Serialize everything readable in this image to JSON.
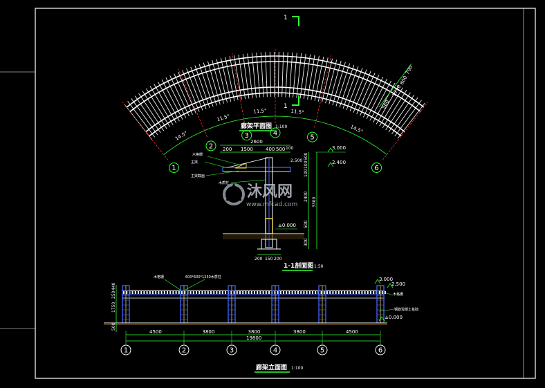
{
  "colors": {
    "background": "#000000",
    "frame": "#ffffff",
    "dimension": "#33ff33",
    "axis_red": "#ff3333",
    "structure_blue": "#4466ff",
    "column_yellow": "#e8d44a",
    "slat_white": "#f0f0f0",
    "watermark": "#9aa3ad"
  },
  "plan": {
    "title": "廊架平面图",
    "scale": "1:100",
    "span_labels": [
      "14.5°",
      "11.5°",
      "11.5°",
      "11.5°",
      "14.5°"
    ],
    "width_dims": [
      "560",
      "1720",
      "800",
      "700"
    ],
    "axis_numbers": [
      "1",
      "2",
      "3",
      "4",
      "5",
      "6"
    ],
    "section_marks": [
      "1",
      "1"
    ]
  },
  "section": {
    "title": "1-1剖面图",
    "scale": "1:50",
    "top_total": "2600",
    "top_parts": [
      "200",
      "1500",
      "400",
      "500",
      "100"
    ],
    "elevations": [
      "3.000",
      "2.400",
      "2.500",
      "±0.000"
    ],
    "vertical_dims": [
      "500",
      "100",
      "100",
      "2400",
      "3300",
      "500",
      "300"
    ],
    "bottom_dims": [
      "200",
      "150",
      "200"
    ],
    "callouts": [
      "木格栅",
      "主梁",
      "主梁截面",
      "木质柱"
    ]
  },
  "elevation": {
    "title": "廊架立面图",
    "scale": "1:100",
    "top_dims": [
      "440",
      "250",
      "1750"
    ],
    "left_dims": [
      "500"
    ],
    "bay_dims": [
      "4500",
      "3800",
      "3800",
      "3800",
      "4500"
    ],
    "total_dim": "19800",
    "elevations": [
      "3.000",
      "2.500",
      "±0.000"
    ],
    "callouts": [
      "木格栅",
      "600*600*1250木质柱",
      "木格栅",
      "钢筋混凝土基础"
    ],
    "axis_numbers": [
      "1",
      "2",
      "3",
      "4",
      "5",
      "6"
    ]
  },
  "watermark": {
    "name": "沐风网",
    "url": "www.mfcad.com"
  }
}
